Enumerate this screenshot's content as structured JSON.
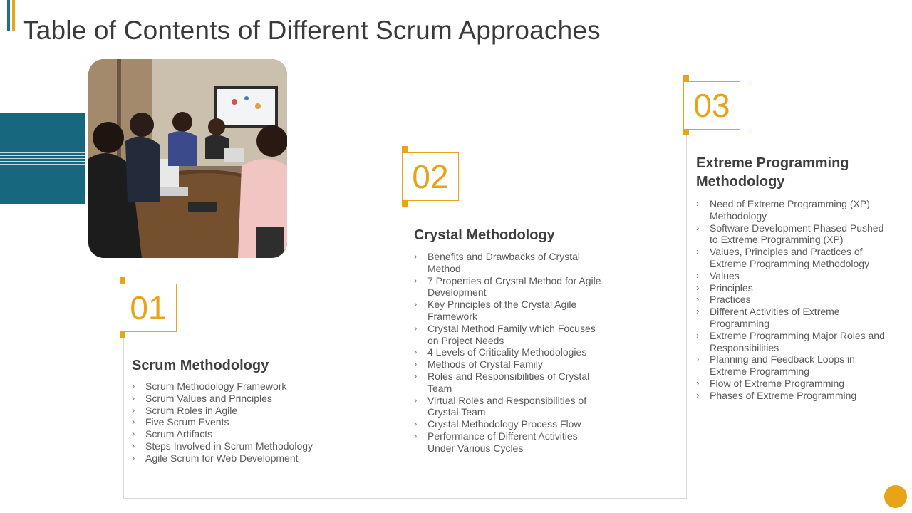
{
  "title": "Table of Contents of Different Scrum Approaches",
  "colors": {
    "accent": "#e8a317",
    "teal": "#17677f",
    "title_text": "#3a3a3a"
  },
  "photo": {
    "icon": "meeting-photo"
  },
  "sections": [
    {
      "number": "01",
      "title": "Scrum Methodology",
      "items": [
        "Scrum Methodology Framework",
        "Scrum Values and Principles",
        "Scrum Roles in Agile",
        "Five Scrum Events",
        "Scrum Artifacts",
        "Steps Involved in Scrum Methodology",
        "Agile Scrum for Web Development"
      ]
    },
    {
      "number": "02",
      "title": "Crystal Methodology",
      "items": [
        "Benefits and Drawbacks of Crystal Method",
        "7 Properties of Crystal Method for Agile Development",
        "Key Principles of the Crystal Agile Framework",
        "Crystal Method Family which Focuses on Project Needs",
        "4 Levels of Criticality Methodologies",
        "Methods of Crystal Family",
        "Roles and Responsibilities of Crystal Team",
        "Virtual Roles and Responsibilities of Crystal Team",
        "Crystal Methodology Process Flow",
        "Performance of Different Activities Under Various Cycles"
      ]
    },
    {
      "number": "03",
      "title": "Extreme Programming Methodology",
      "items": [
        "Need of Extreme Programming (XP) Methodology",
        "Software Development Phased Pushed to Extreme Programming (XP)",
        "Values, Principles and Practices of Extreme Programming Methodology",
        "Values",
        "Principles",
        "Practices",
        "Different Activities of Extreme Programming",
        "Extreme Programming Major Roles and Responsibilities",
        "Planning and Feedback Loops in Extreme Programming",
        "Flow of Extreme Programming",
        "Phases of Extreme Programming"
      ]
    }
  ]
}
